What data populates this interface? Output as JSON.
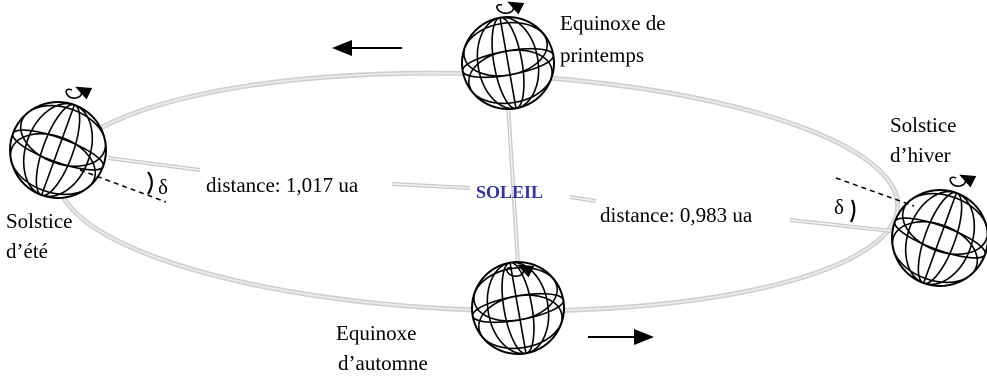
{
  "labels": {
    "spring_equinox_line1": "Equinoxe de",
    "spring_equinox_line2": "printemps",
    "summer_solstice_line1": "Solstice",
    "summer_solstice_line2": "d’été",
    "winter_solstice_line1": "Solstice",
    "winter_solstice_line2": "d’hiver",
    "autumn_equinox_line1": "Equinoxe",
    "autumn_equinox_line2": "d’automne",
    "distance_far": "distance: 1,017 ua",
    "distance_near": "distance: 0,983 ua",
    "sun": "SOLEIL",
    "delta_left": "δ",
    "delta_right": "δ"
  },
  "colors": {
    "sun_label": "#3333aa",
    "orbit": "#cfcfcf",
    "ink": "#000000"
  },
  "globes": [
    "spring-equinox",
    "summer-solstice",
    "winter-solstice",
    "autumn-equinox"
  ],
  "motion_arrows": [
    "arrow-left",
    "arrow-right"
  ]
}
